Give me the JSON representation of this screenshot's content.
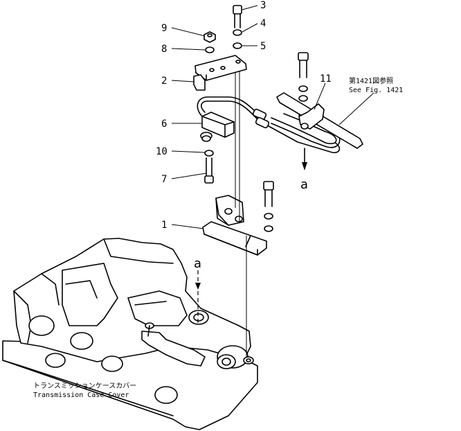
{
  "part_numbers": {
    "n1": "1",
    "n2": "2",
    "n3": "3",
    "n4": "4",
    "n5": "5",
    "n6": "6",
    "n7": "7",
    "n8": "8",
    "n9": "9",
    "n10": "10",
    "n11": "11"
  },
  "ref_letters": {
    "upper": "a",
    "lower": "a"
  },
  "see_note": {
    "japanese": "第1421図参照",
    "english": "See Fig. 1421"
  },
  "case_cover": {
    "japanese": "トランスミッションケースカバー",
    "english": "Transmission Case Cover"
  }
}
